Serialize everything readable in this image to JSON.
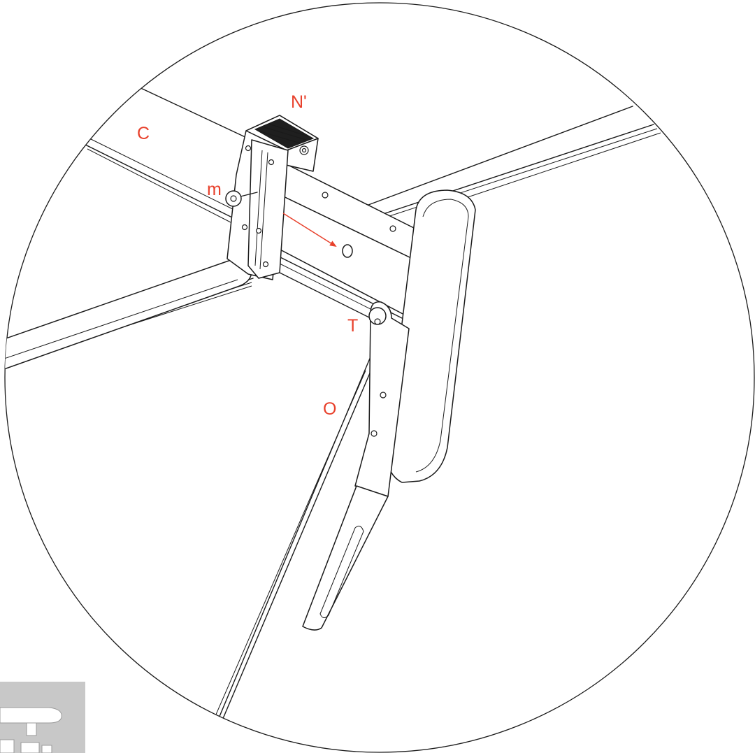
{
  "labels": {
    "n_prime": "N'",
    "c": "C",
    "m": "m",
    "t": "T",
    "o": "O"
  },
  "colors": {
    "label": "#e8412c",
    "arrow": "#e8412c",
    "line": "#1a1a1a",
    "inset_background": "#c8c8c8"
  }
}
